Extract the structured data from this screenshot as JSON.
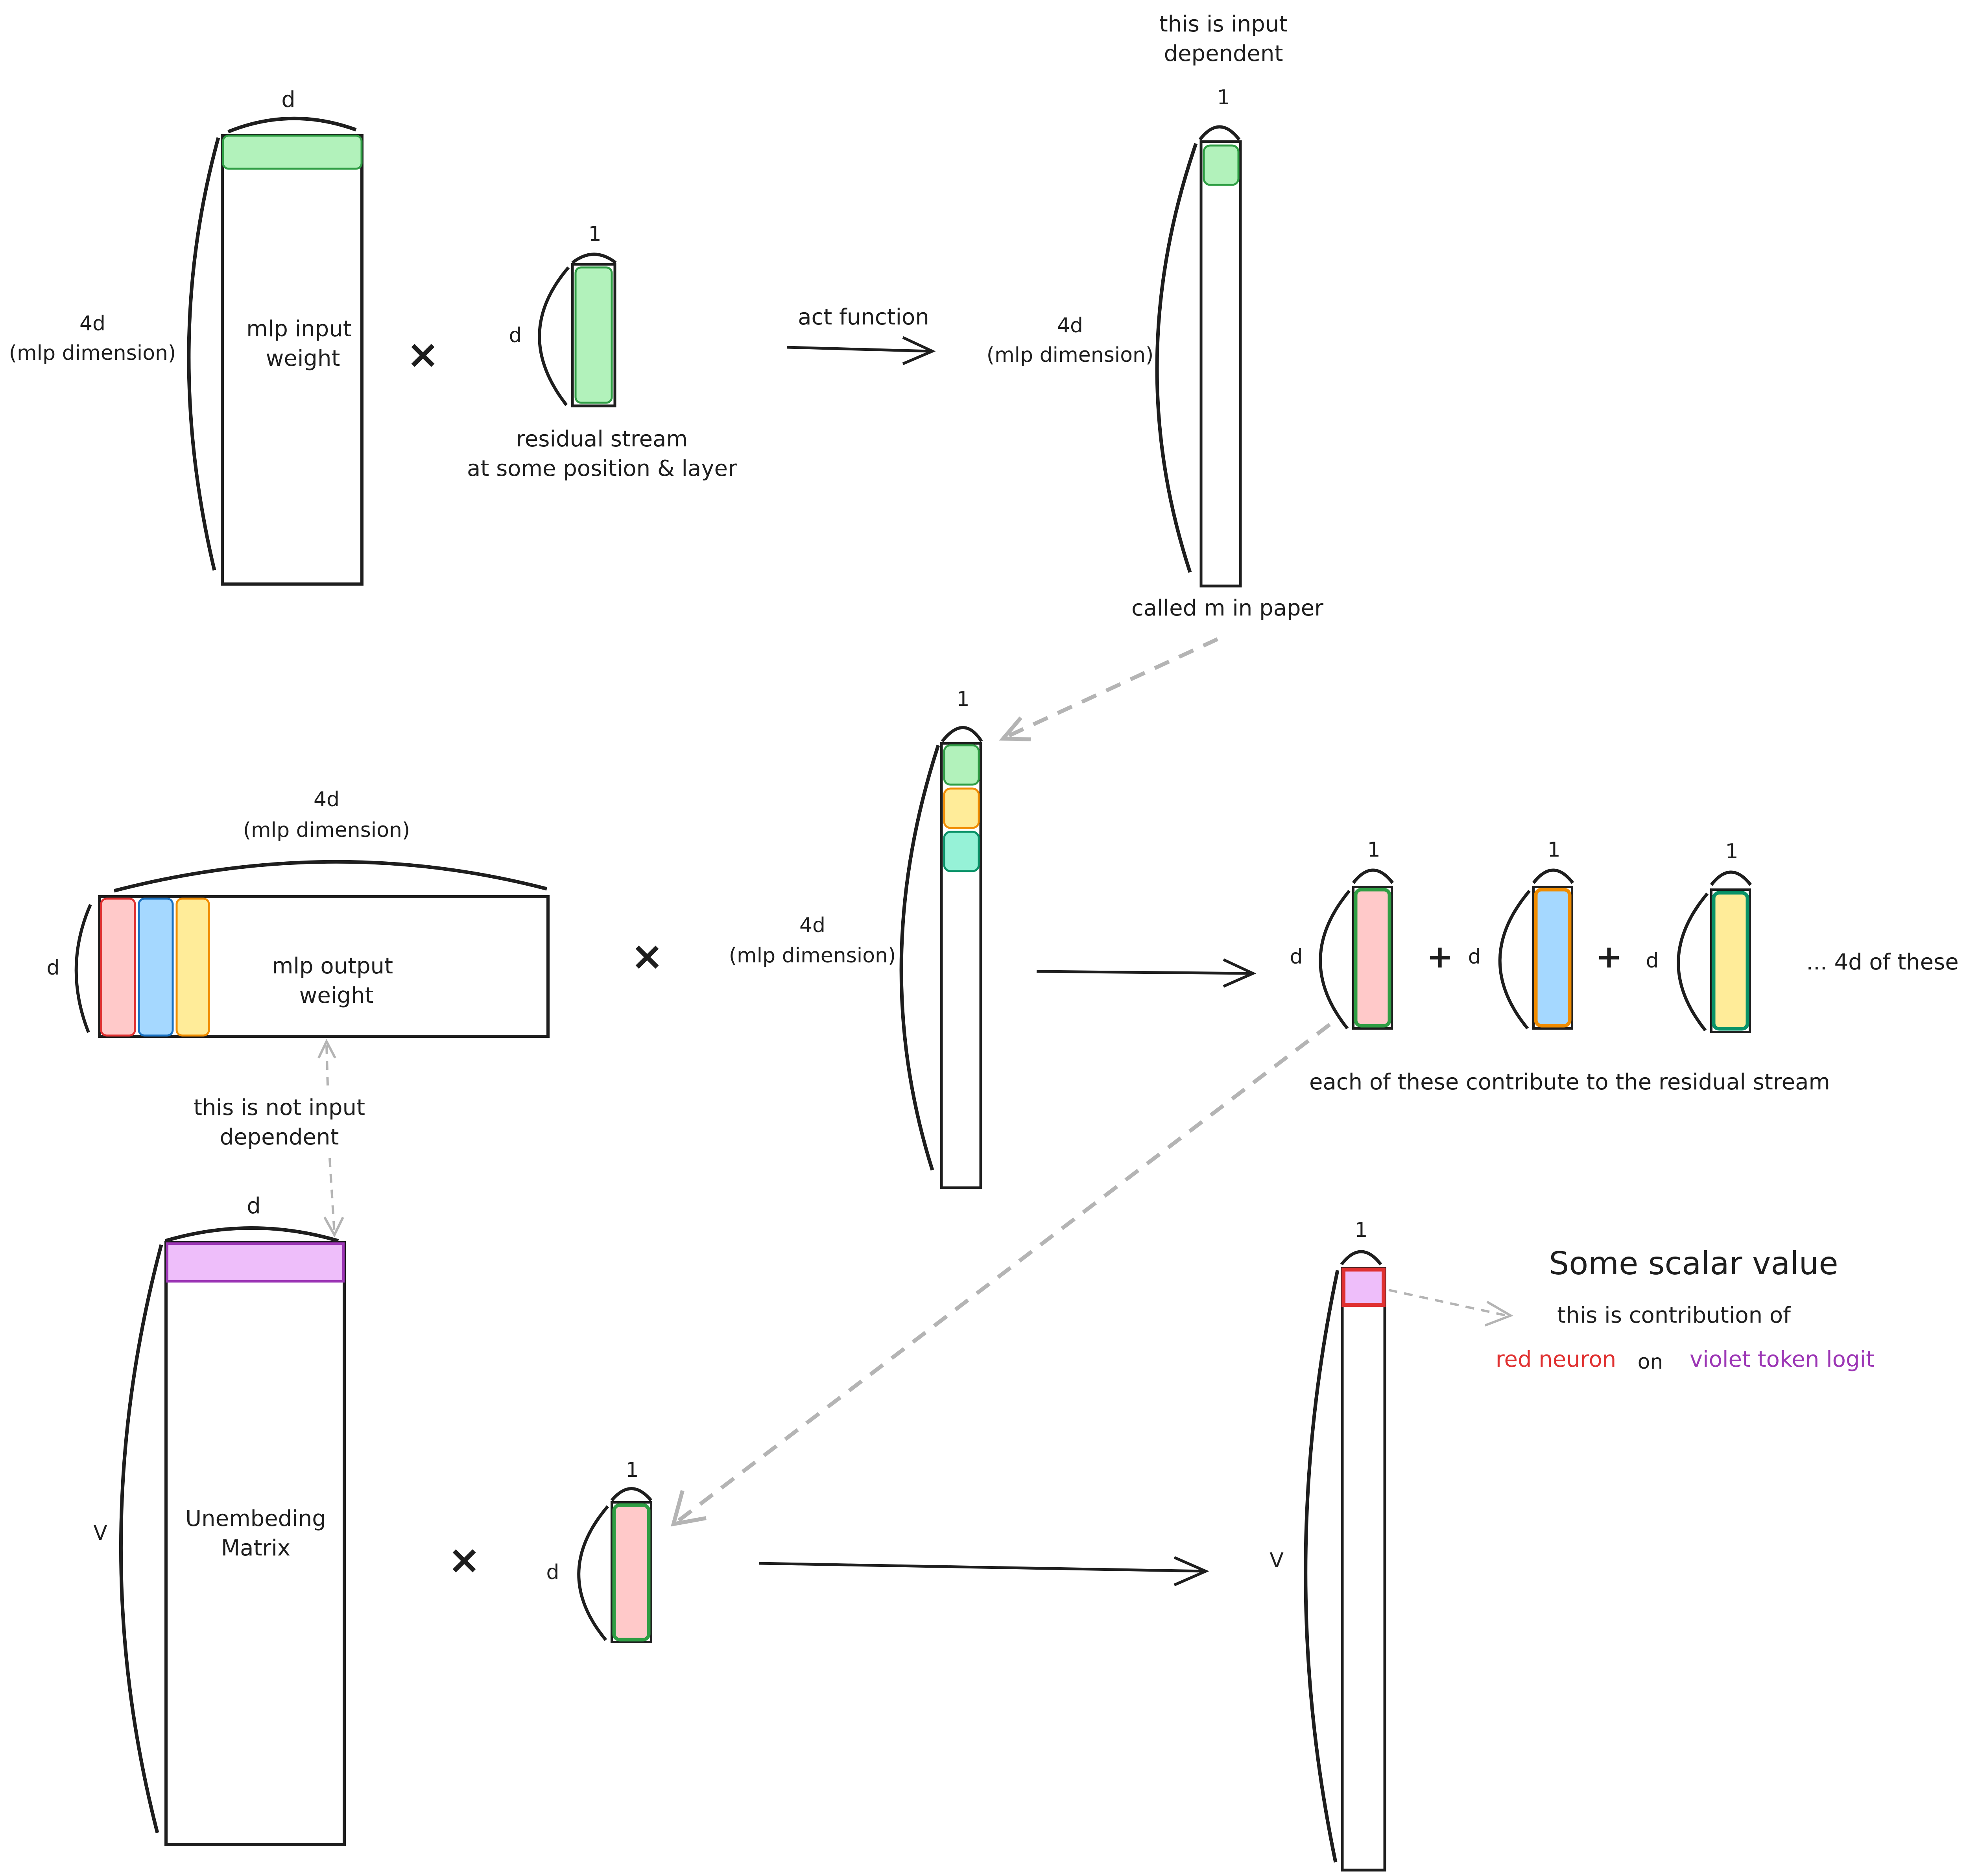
{
  "colors": {
    "stroke": "#1e1e1e",
    "green_fill": "#b2f2bb",
    "green_stroke": "#2f9e44",
    "yellow_fill": "#ffec99",
    "yellow_stroke": "#f08c00",
    "teal_fill": "#96f2d7",
    "teal_stroke": "#099268",
    "red_fill": "#ffc9c9",
    "red_stroke": "#e03131",
    "blue_fill": "#a5d8ff",
    "blue_stroke": "#1971c2",
    "violet_fill": "#eebefa",
    "violet_stroke": "#9c36b5",
    "dashed_arrow": "#b4b4b4"
  },
  "row1": {
    "input_weight": {
      "width_label": "d",
      "height_label_1": "4d",
      "height_label_2": "(mlp dimension)",
      "name_1": "mlp input",
      "name_2": "weight"
    },
    "times": "×",
    "residual": {
      "top_label": "1",
      "side_label": "d",
      "caption_1": "residual stream",
      "caption_2": "at some position & layer"
    },
    "arrow_label": "act function",
    "activation": {
      "note_1": "this is input",
      "note_2": "dependent",
      "top_label": "1",
      "side_label_1": "4d",
      "side_label_2": "(mlp dimension)",
      "caption": "called m in paper"
    }
  },
  "row2": {
    "output_weight": {
      "top_label_1": "4d",
      "top_label_2": "(mlp dimension)",
      "side_label": "d",
      "name_1": "mlp output",
      "name_2": "weight"
    },
    "times": "×",
    "activation": {
      "top_label": "1",
      "side_label_1": "4d",
      "side_label_2": "(mlp dimension)"
    },
    "contributions": {
      "top_label": "1",
      "side_label": "d",
      "plus": "+",
      "more": "... 4d of these",
      "caption": "each of these contribute to the residual stream"
    },
    "not_input_note_1": "this is not input",
    "not_input_note_2": "dependent"
  },
  "row3": {
    "unembed": {
      "top_label": "d",
      "side_label": "V",
      "name_1": "Unembeding",
      "name_2": "Matrix"
    },
    "times": "×",
    "vector": {
      "top_label": "1",
      "side_label": "d"
    },
    "logits": {
      "top_label": "1",
      "side_label": "V"
    },
    "scalar_title": "Some scalar value",
    "scalar_line1": "this is contribution of",
    "red_neuron": "red neuron",
    "on": "on",
    "violet_token": "violet token logit"
  }
}
